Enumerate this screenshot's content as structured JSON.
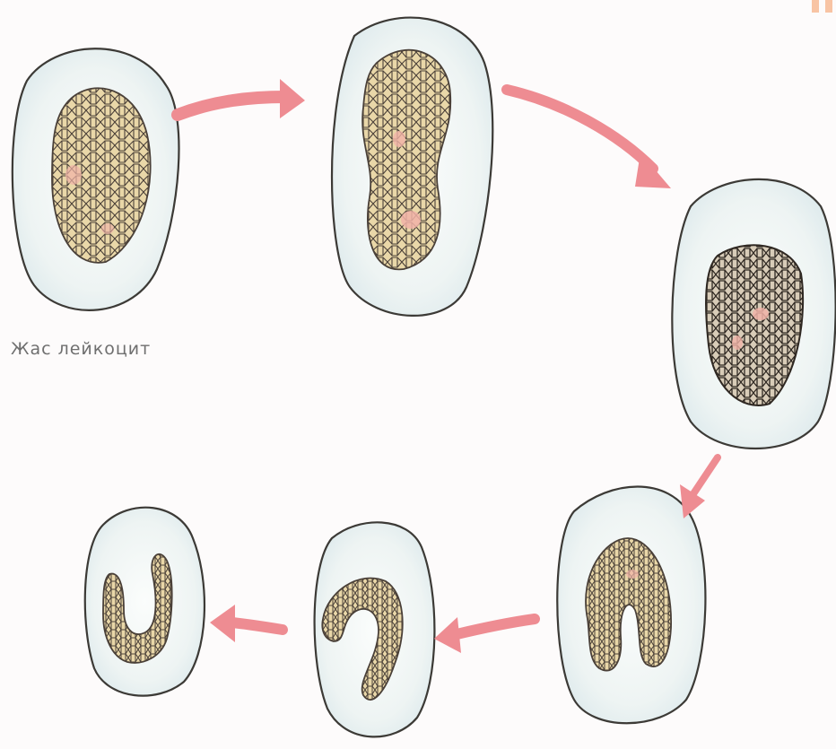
{
  "diagram": {
    "label": "Жас лейкоцит",
    "colors": {
      "background": "#fdfbfb",
      "cytoplasm": "#eef4f3",
      "cell_rim": "#3c3a36",
      "cell_halo": "#e6f0e8",
      "nucleus_fill": "#e9d7a8",
      "nucleus_net": "#4a4038",
      "nucleolus": "#f1b3a8",
      "arrow": "#ee8c92",
      "corner_mark": "#f8c4a4"
    },
    "stages": [
      {
        "name": "young-leukocyte",
        "nucleus": "oval"
      },
      {
        "name": "bean-nucleus",
        "nucleus": "bean"
      },
      {
        "name": "dark-nucleus",
        "nucleus": "rounded-dark"
      },
      {
        "name": "horseshoe-nucleus",
        "nucleus": "horseshoe"
      },
      {
        "name": "curved-band-nucleus",
        "nucleus": "band"
      },
      {
        "name": "u-shaped-nucleus",
        "nucleus": "u-shape"
      }
    ],
    "flow": "clockwise"
  }
}
